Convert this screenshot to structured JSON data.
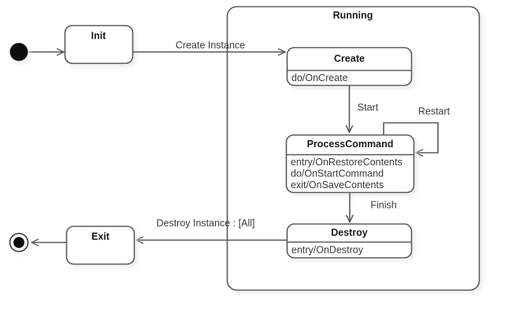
{
  "diagram": {
    "type": "uml-state-machine",
    "background_color": "#ffffff",
    "line_color": "#595959",
    "text_color": "#3a3a3a",
    "title_color": "#1a1a1a",
    "composite": {
      "name": "Running"
    },
    "pseudostates": {
      "initial_label": "initial-state",
      "final_label": "final-state"
    },
    "states": [
      {
        "id": "init",
        "name": "Init",
        "actions": []
      },
      {
        "id": "exit",
        "name": "Exit",
        "actions": []
      },
      {
        "id": "create",
        "name": "Create",
        "actions": [
          "do/OnCreate"
        ]
      },
      {
        "id": "processcommand",
        "name": "ProcessCommand",
        "actions": [
          "entry/OnRestoreContents",
          "do/OnStartCommand",
          "exit/OnSaveContents"
        ]
      },
      {
        "id": "destroy",
        "name": "Destroy",
        "actions": [
          "entry/OnDestroy"
        ]
      }
    ],
    "transitions": [
      {
        "id": "t-start-init",
        "label": ""
      },
      {
        "id": "t-init-create",
        "label": "Create Instance"
      },
      {
        "id": "t-create-process",
        "label": "Start"
      },
      {
        "id": "t-process-self",
        "label": "Restart"
      },
      {
        "id": "t-process-destroy",
        "label": "Finish"
      },
      {
        "id": "t-destroy-exit",
        "label": "Destroy Instance :  [All]"
      },
      {
        "id": "t-exit-final",
        "label": ""
      }
    ]
  }
}
